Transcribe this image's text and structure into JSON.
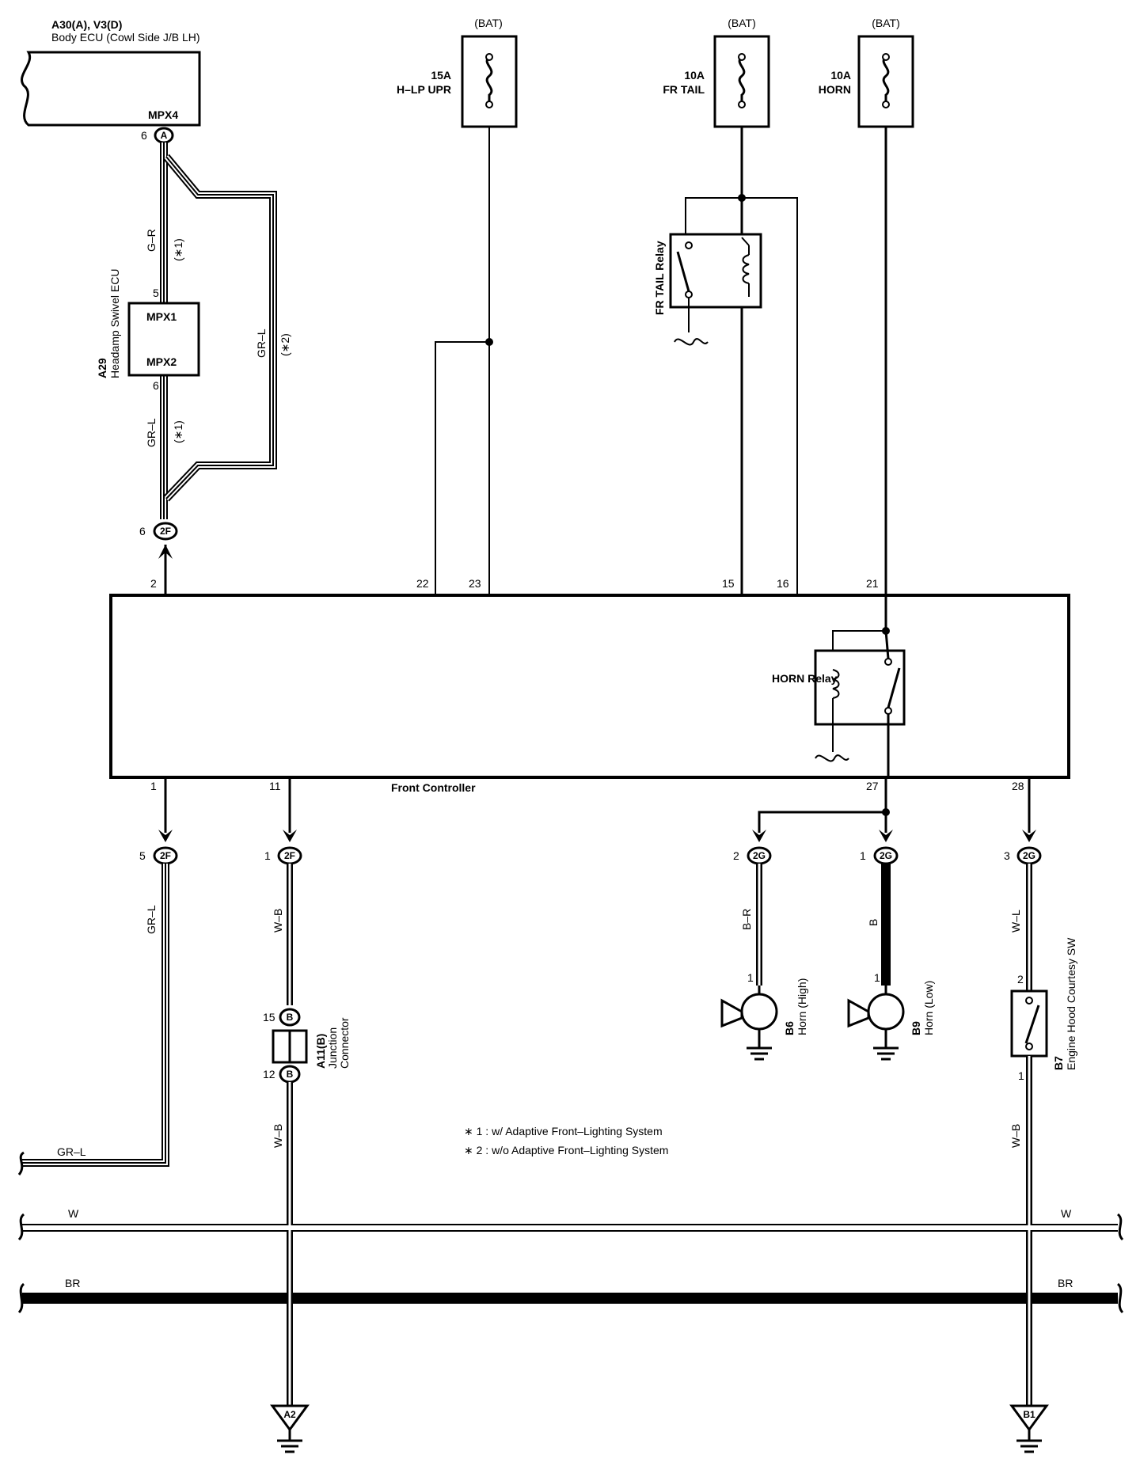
{
  "ecu_body": {
    "title": "A30(A), V3(D)",
    "subtitle": "Body ECU (Cowl Side J/B LH)",
    "pin_label": "MPX4",
    "pin_num": "6",
    "pin_conn": "A"
  },
  "swivel": {
    "id": "A29",
    "name": "Headamp Swivel ECU",
    "pin_top_label": "MPX1",
    "pin_bottom_label": "MPX2",
    "pin_top": "5",
    "pin_bottom": "6"
  },
  "wires_left": {
    "gr_r": "G–R",
    "gr_l": "GR–L",
    "note1": "(∗1)",
    "note2": "(∗2)"
  },
  "fuses": [
    {
      "bat": "(BAT)",
      "amp": "15A",
      "name": "H–LP UPR"
    },
    {
      "bat": "(BAT)",
      "amp": "10A",
      "name": "FR TAIL"
    },
    {
      "bat": "(BAT)",
      "amp": "10A",
      "name": "HORN"
    }
  ],
  "fr_tail_relay": {
    "name": "FR TAIL Relay"
  },
  "front_controller": {
    "name": "Front Controller",
    "top_pins": [
      "2",
      "22",
      "23",
      "15",
      "16",
      "21"
    ],
    "bottom_pins": [
      "1",
      "11",
      "27",
      "28"
    ],
    "horn_relay": "HORN Relay"
  },
  "connectors": {
    "c2f_top": {
      "pin": "6",
      "conn": "2F"
    },
    "c2f_b1": {
      "pin": "5",
      "conn": "2F"
    },
    "c2f_b2": {
      "pin": "1",
      "conn": "2F"
    },
    "c2g_1": {
      "pin": "2",
      "conn": "2G"
    },
    "c2g_2": {
      "pin": "1",
      "conn": "2G"
    },
    "c2g_3": {
      "pin": "3",
      "conn": "2G"
    }
  },
  "wire_colors": {
    "w_b": "W–B",
    "b_r": "B–R",
    "b": "B",
    "w_l": "W–L",
    "gr_l": "GR–L",
    "w": "W",
    "br": "BR"
  },
  "junction": {
    "id": "A11(B)",
    "name1": "Junction",
    "name2": "Connector",
    "pin_top": "15",
    "pin_bottom": "12",
    "conn": "B"
  },
  "horn_high": {
    "id": "B6",
    "name": "Horn (High)",
    "pin": "1"
  },
  "horn_low": {
    "id": "B9",
    "name": "Horn (Low)",
    "pin": "1"
  },
  "hood_sw": {
    "id": "B7",
    "name": "Engine Hood Courtesy SW",
    "pin_top": "2",
    "pin_bottom": "1"
  },
  "grounds": {
    "a2": "A2",
    "b1": "B1"
  },
  "notes": [
    "∗ 1 : w/ Adaptive Front–Lighting System",
    "∗ 2 : w/o Adaptive Front–Lighting System"
  ]
}
